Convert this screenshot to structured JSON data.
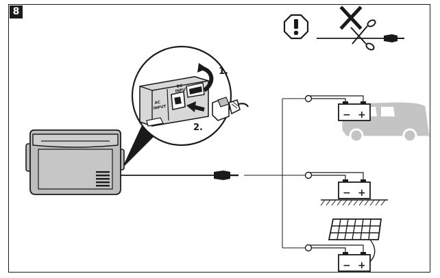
{
  "figure": {
    "number": "8"
  },
  "callout": {
    "port_left_label_line1": "AC",
    "port_left_label_line2": "INPUT",
    "port_right_label_line1": "DC",
    "port_right_label_line2": "INPUT",
    "step1": "1.",
    "step2": "2."
  },
  "batteries": {
    "minus": "−",
    "plus": "+"
  },
  "colors": {
    "ink": "#1a1a1a",
    "fridge_body": "#bdbdbd",
    "fridge_lid": "#cfcfcf",
    "van_body": "#c4c4c4",
    "port_panel": "#d8d8d8"
  },
  "icons": {
    "warning": "exclamation-octagon-icon",
    "prohibited": "no-cutting-icon"
  }
}
